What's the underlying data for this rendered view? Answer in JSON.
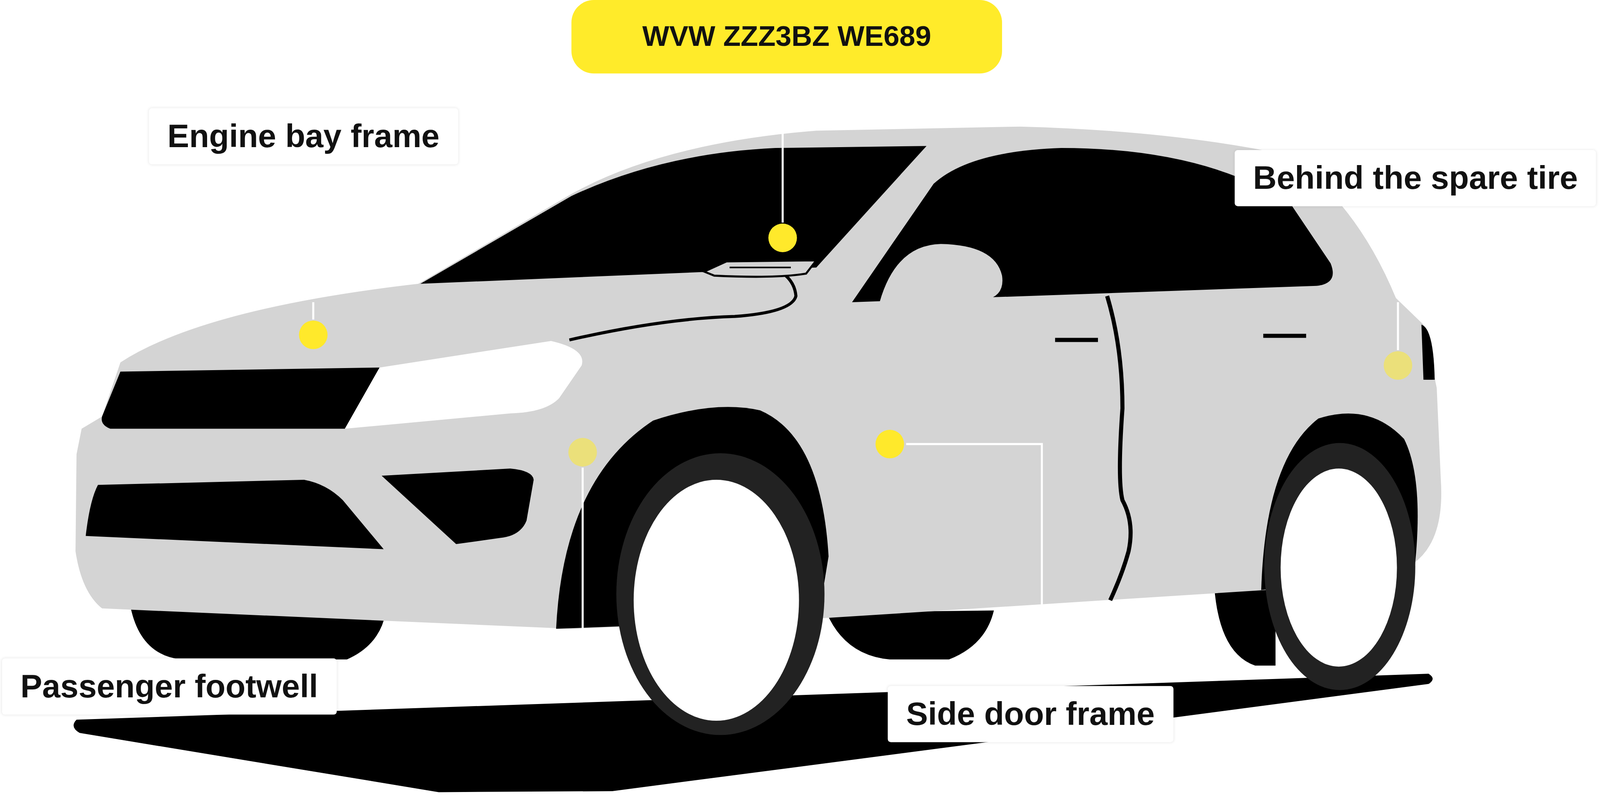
{
  "diagram": {
    "nodes": [
      {
        "text": [
          "WVW ZZZ3BZ WE689"
        ]
      },
      {
        "text": [
          "Engine bay frame"
        ]
      },
      {
        "text": [
          "Behind the spare tire"
        ]
      },
      {
        "text": [
          "Passenger footwell"
        ]
      },
      {
        "text": [
          "Side door frame"
        ]
      }
    ]
  }
}
